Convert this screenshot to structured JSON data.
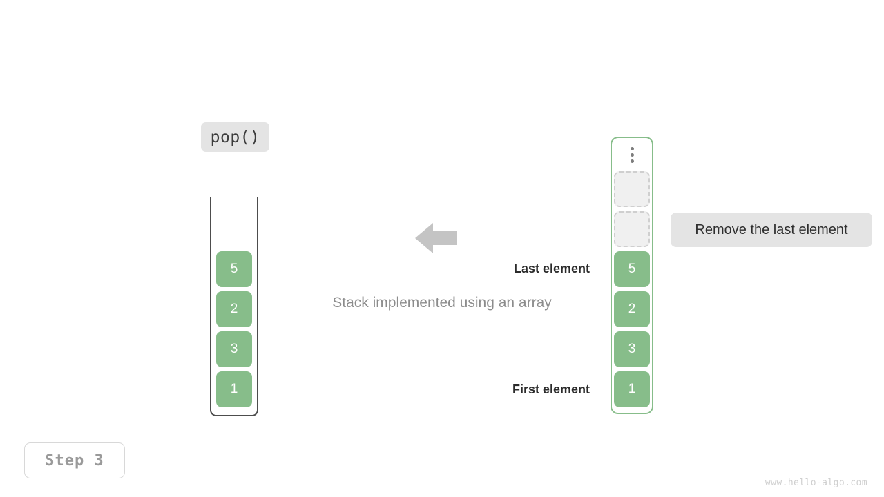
{
  "operation": {
    "label": "pop()"
  },
  "caption": {
    "text": "Stack implemented using an array"
  },
  "stack": {
    "name": "stack-view",
    "cells": [
      {
        "value": "5"
      },
      {
        "value": "2"
      },
      {
        "value": "3"
      },
      {
        "value": "1"
      }
    ]
  },
  "array": {
    "name": "array-view",
    "ellipsis_icon": "vertical-ellipsis-icon",
    "empty_slots": 2,
    "cells": [
      {
        "value": "5"
      },
      {
        "value": "2"
      },
      {
        "value": "3"
      },
      {
        "value": "1"
      }
    ]
  },
  "annotations": {
    "last_element": "Last element",
    "first_element": "First element"
  },
  "tooltip": {
    "text": "Remove the last element"
  },
  "arrow": {
    "icon": "arrow-left-icon",
    "direction": "left",
    "color": "#c4c4c4"
  },
  "step": {
    "label": "Step 3"
  },
  "watermark": {
    "text": "www.hello-algo.com"
  },
  "colors": {
    "cell_green": "#87bd8a",
    "array_border_green": "#87bd8a",
    "label_gray": "#e4e4e4",
    "empty_slot_fill": "#f0f0f0",
    "empty_slot_border": "#cfcfcf",
    "container_stroke": "#4d4d4d",
    "caption_gray": "#8c8c8c",
    "step_text_gray": "#9a9a9a",
    "watermark_gray": "#cfcfcf"
  }
}
